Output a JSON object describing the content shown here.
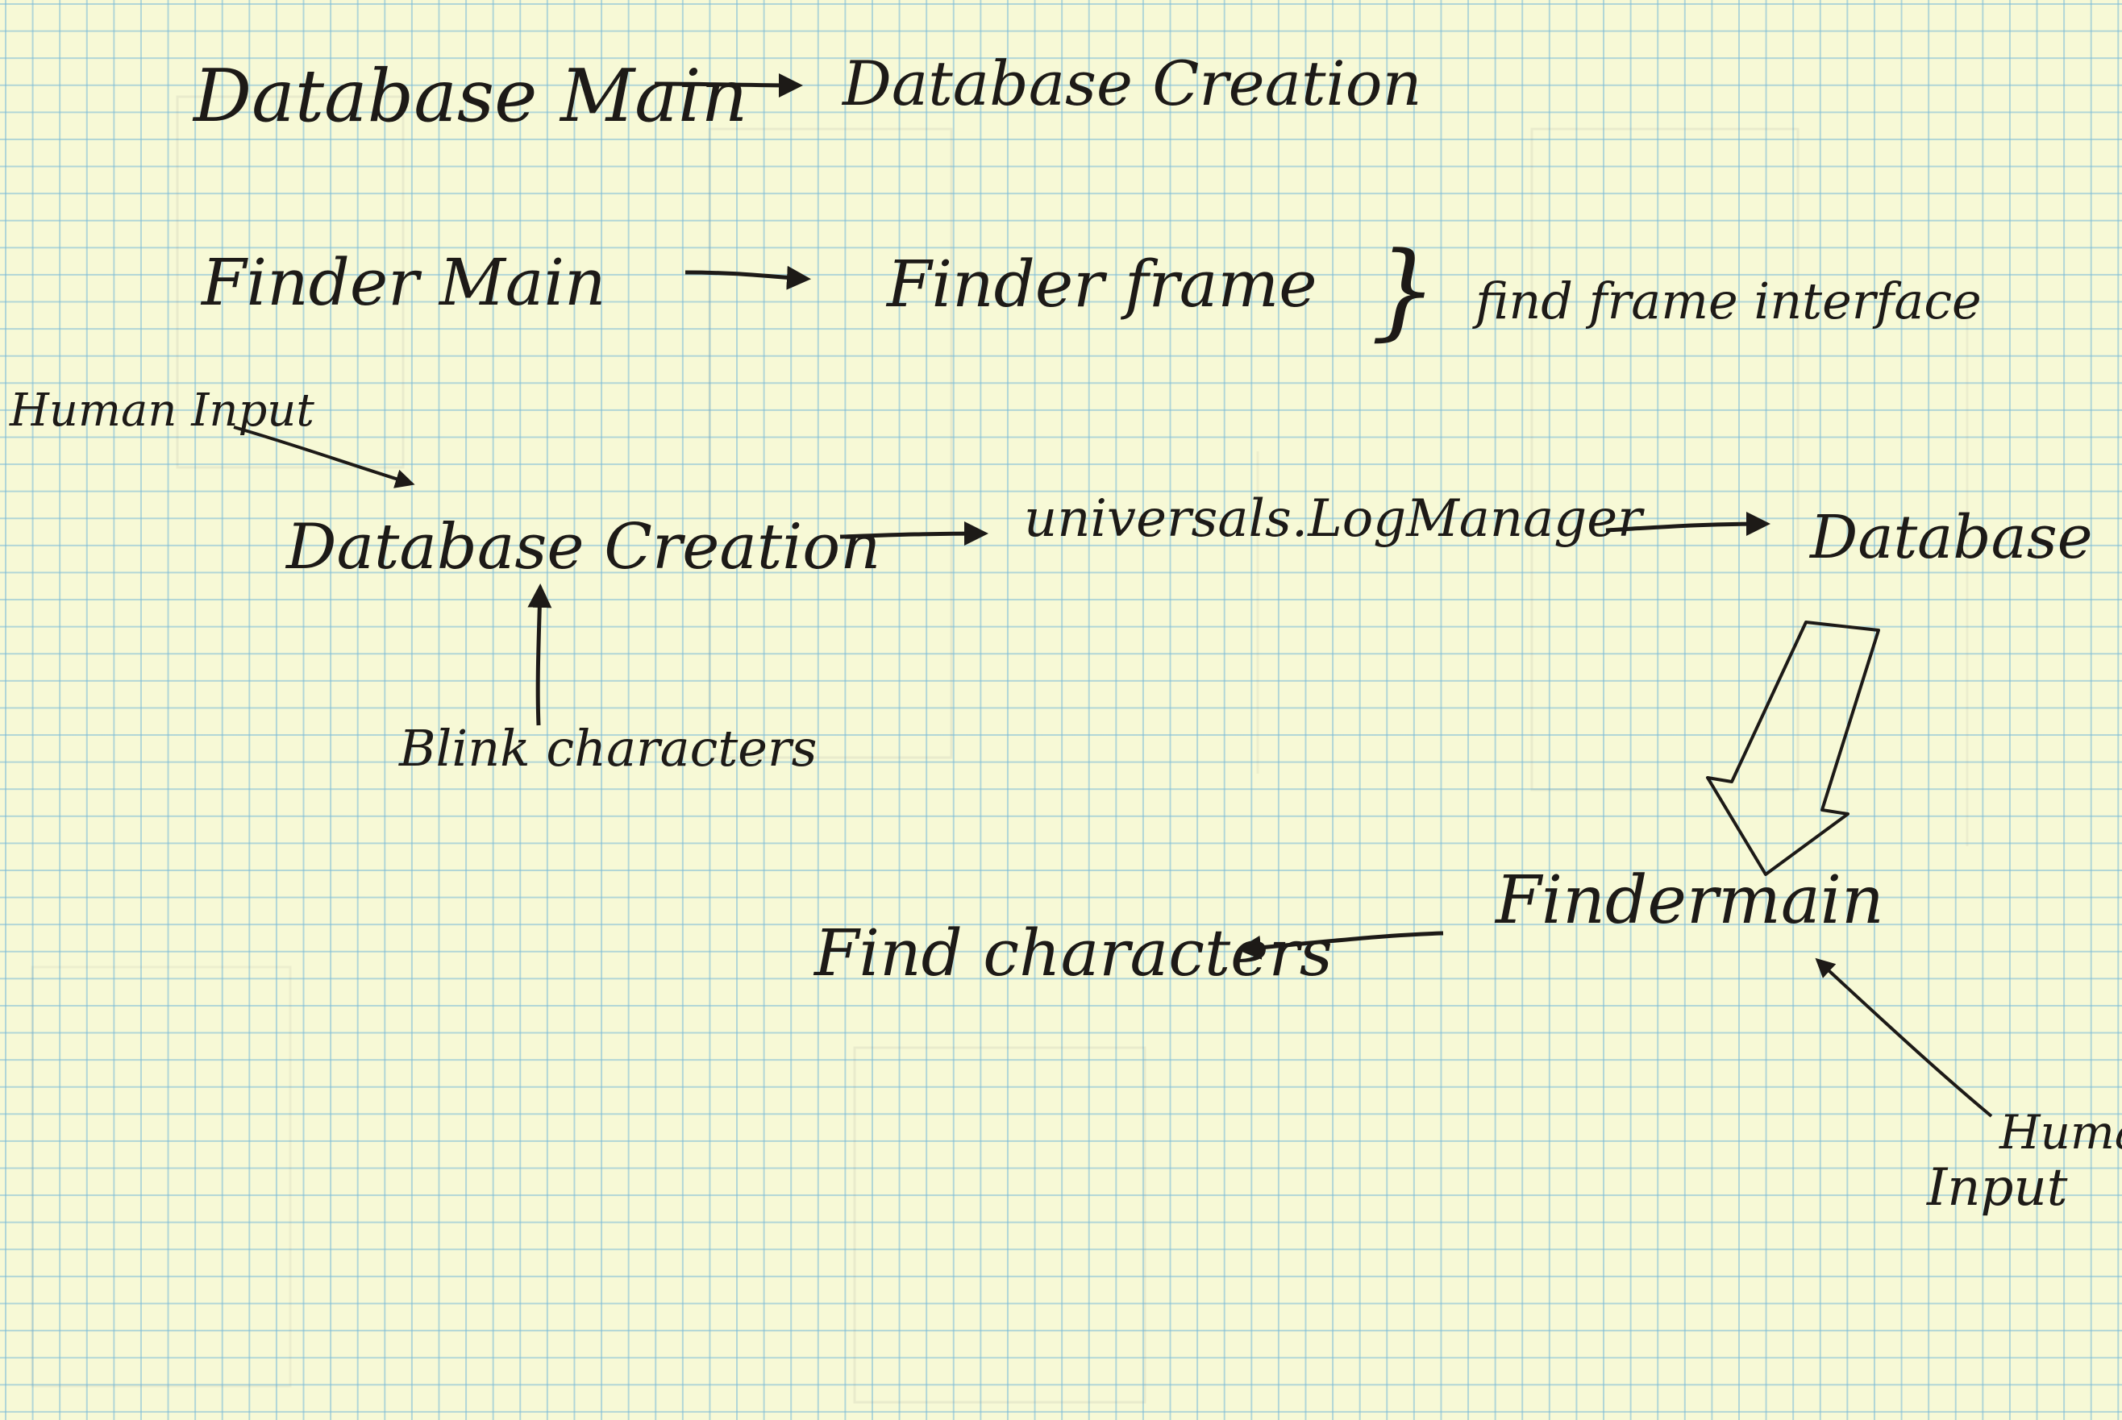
{
  "colors": {
    "paper": "#f7f9d6",
    "grid": "#78b9d7",
    "ink": "#1d1a17"
  },
  "labels": {
    "database_main": "Database Main",
    "database_creation_top": "Database Creation",
    "finder_main_top": "Finder Main",
    "finder_frame": "Finder frame",
    "brace": "}",
    "find_frame_interface": "find frame interface",
    "human_input_top": "Human Input",
    "database_creation_mid": "Database Creation",
    "universals_logmanager": "universals.LogManager",
    "database": "Database",
    "blink_characters": "Blink characters",
    "findermain": "Findermain",
    "find_characters": "Find characters",
    "human_input_bottom_line1": "Human",
    "human_input_bottom_line2": "Input"
  }
}
